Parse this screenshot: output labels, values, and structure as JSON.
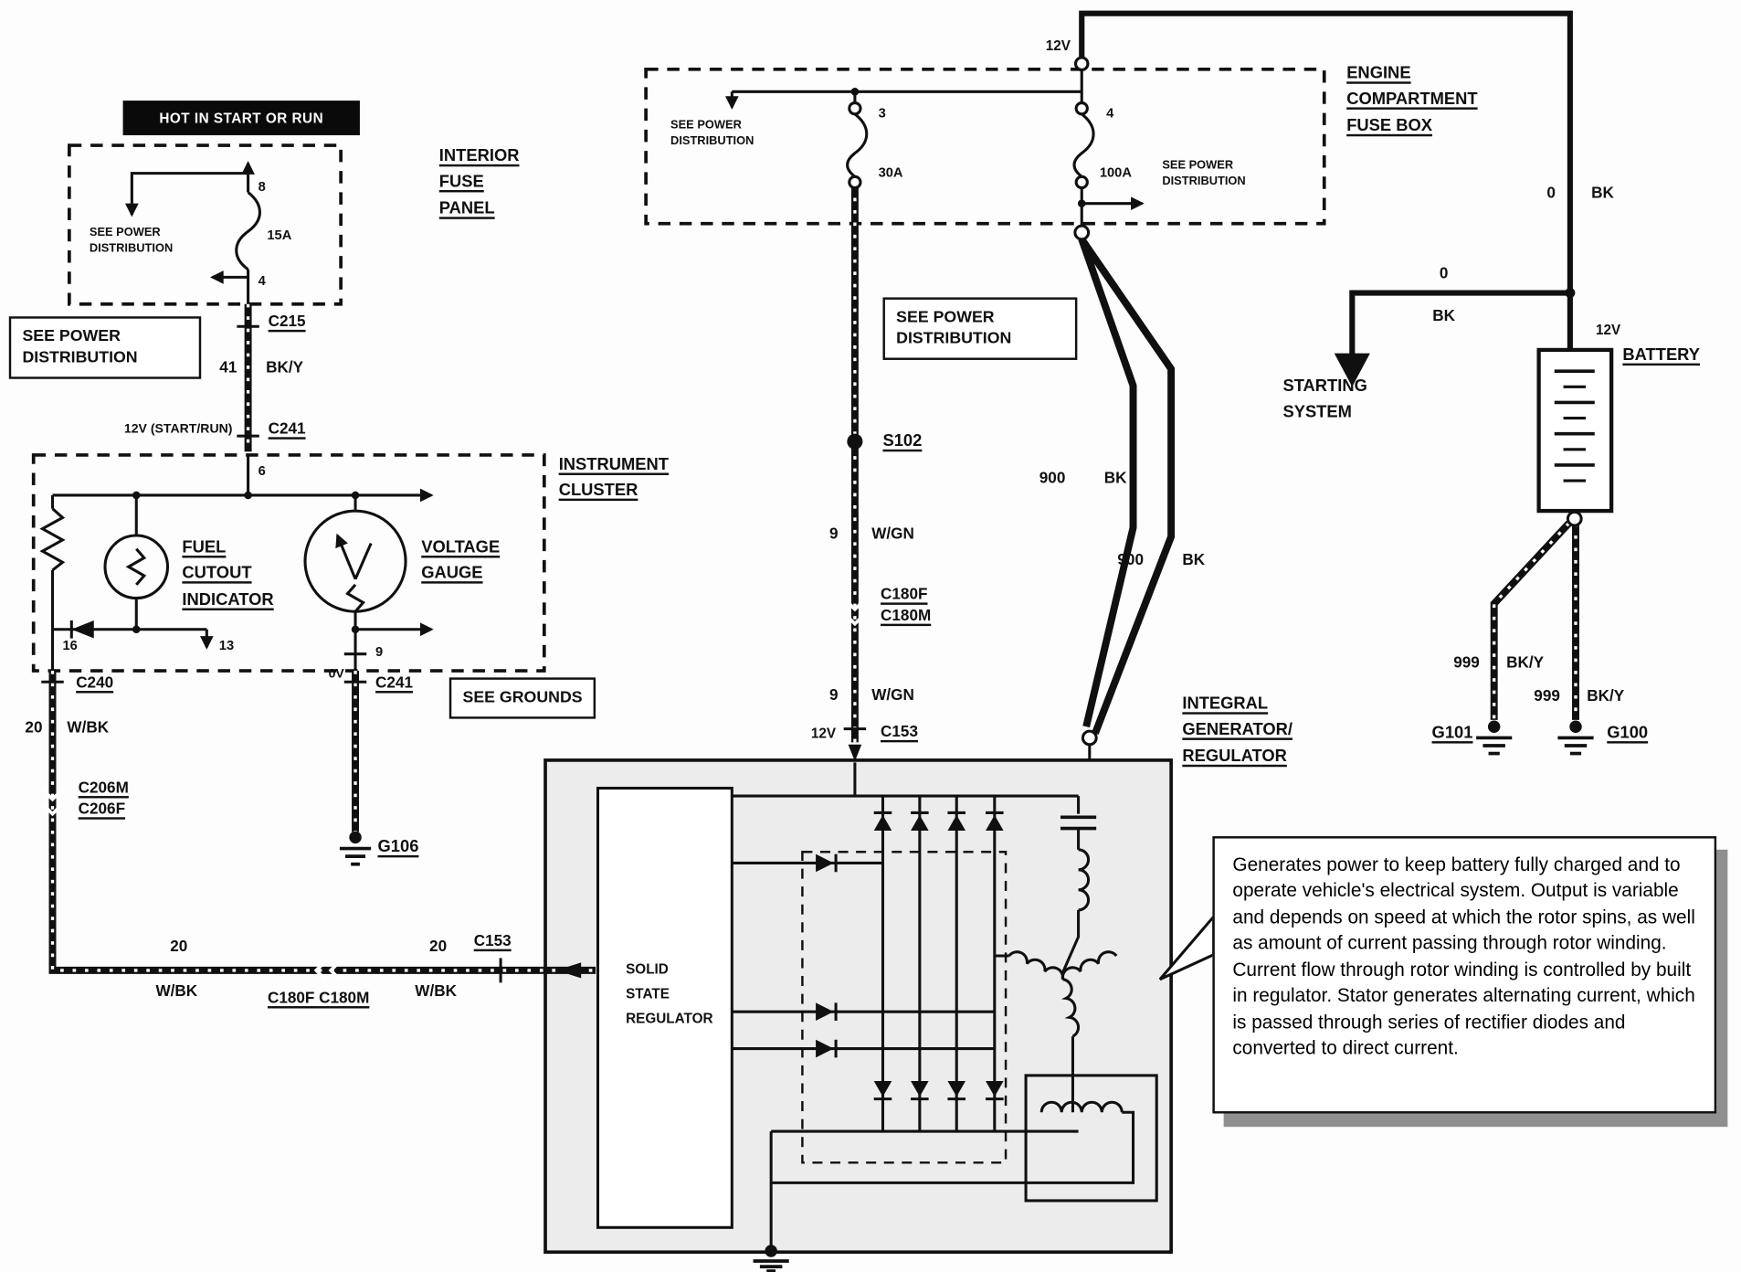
{
  "colors": {
    "wire": "#101010",
    "generator_fill": "#ececec",
    "hot_label_bg": "#0a0a0a",
    "callout_shadow": "#8f8f8f",
    "background": "#fdfdfd"
  },
  "top_left": {
    "hot_label": "HOT IN START OR RUN",
    "interior_fuse_panel_title": [
      "INTERIOR",
      "FUSE",
      "PANEL"
    ],
    "see_power_distribution_inner": "SEE POWER DISTRIBUTION",
    "pin_top": "8",
    "fuse_rating": "15A",
    "pin_bottom": "4",
    "see_power_distribution_box": "SEE POWER DISTRIBUTION",
    "c215": "C215",
    "circuit_41": "41",
    "color_bky": "BK/Y",
    "c241": "C241",
    "v12_start_run": "12V (START/RUN)"
  },
  "instrument_cluster": {
    "title": [
      "INSTRUMENT",
      "CLUSTER"
    ],
    "pin6": "6",
    "fuel_cutout_indicator": [
      "FUEL",
      "CUTOUT",
      "INDICATOR"
    ],
    "voltage_gauge": [
      "VOLTAGE",
      "GAUGE"
    ],
    "pin16": "16",
    "pin13": "13",
    "pin9": "9",
    "zero_v": "0V",
    "c240": "C240",
    "c241": "C241",
    "see_grounds": "SEE GROUNDS"
  },
  "left_branch": {
    "circuit_20_a": "20",
    "color_wbk_a": "W/BK",
    "c206m": "C206M",
    "c206f": "C206F",
    "g106": "G106",
    "circuit_20_b": "20",
    "color_wbk_b": "W/BK",
    "c180f_c180m": "C180F C180M",
    "circuit_20_c": "20",
    "color_wbk_c": "W/BK",
    "c153": "C153"
  },
  "fuse_box": {
    "v12": "12V",
    "title": [
      "ENGINE",
      "COMPARTMENT",
      "FUSE BOX"
    ],
    "see_power_left": "SEE POWER DISTRIBUTION",
    "fuse3_pos": "3",
    "fuse3_rating": "30A",
    "fuse4_pos": "4",
    "fuse4_rating": "100A",
    "see_power_right": "SEE POWER DISTRIBUTION"
  },
  "center_branch": {
    "see_power_box": "SEE POWER DISTRIBUTION",
    "s102": "S102",
    "circuit_9_a": "9",
    "color_wgn_a": "W/GN",
    "c180f": "C180F",
    "c180m": "C180M",
    "circuit_9_b": "9",
    "color_wgn_b": "W/GN",
    "v12": "12V",
    "c153": "C153",
    "circuit_900_a": "900",
    "color_bk_a": "BK",
    "circuit_900_b": "900",
    "color_bk_b": "BK"
  },
  "generator": {
    "title": [
      "INTEGRAL",
      "GENERATOR/",
      "REGULATOR"
    ],
    "regulator": [
      "SOLID",
      "STATE",
      "REGULATOR"
    ]
  },
  "right_side": {
    "circuit_0_a": "0",
    "color_bk_a": "BK",
    "circuit_0_b": "0",
    "color_bk_b": "BK",
    "starting_system": [
      "STARTING",
      "SYSTEM"
    ],
    "v12_top": "12V",
    "v12_battery": "12V",
    "battery": "BATTERY",
    "circuit_999_a": "999",
    "color_bky_a": "BK/Y",
    "circuit_999_b": "999",
    "color_bky_b": "BK/Y",
    "g101": "G101",
    "g100": "G100"
  },
  "callout": {
    "text": "Generates power to keep battery fully charged and to operate vehicle's electrical system. Output is variable and depends on speed at which the rotor spins, as well as amount of current passing through rotor winding.  Current flow through rotor winding is controlled by built in regulator.  Stator generates alternating current, which is passed through series of rectifier diodes and converted to direct current."
  }
}
